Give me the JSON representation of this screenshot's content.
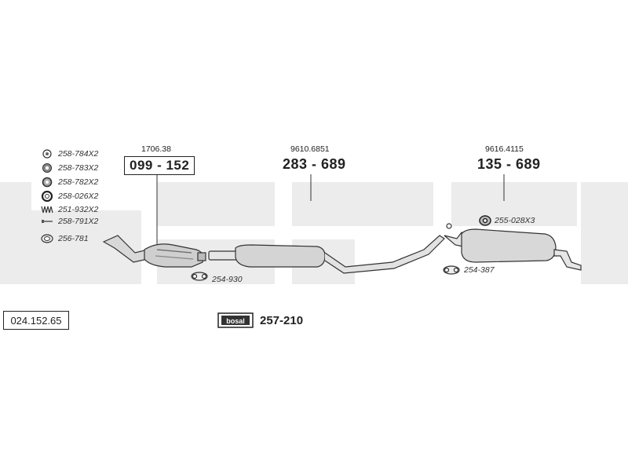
{
  "legend": [
    {
      "code": "258-784X2",
      "icon": "ring-small-icon"
    },
    {
      "code": "258-783X2",
      "icon": "ring-medium-icon"
    },
    {
      "code": "258-782X2",
      "icon": "ring-thick-icon"
    },
    {
      "code": "258-026X2",
      "icon": "ring-large-icon"
    },
    {
      "code": "251-932X2",
      "icon": "spring-icon"
    },
    {
      "code": "258-791X2",
      "icon": "bolt-icon"
    },
    {
      "code": "256-781",
      "icon": "gasket-icon"
    }
  ],
  "parts": [
    {
      "ref": "1706.38",
      "number": "099 - 152",
      "boxed": true
    },
    {
      "ref": "9610.6851",
      "number": "283 - 689",
      "boxed": false
    },
    {
      "ref": "9616.4115",
      "number": "135 - 689",
      "boxed": false
    }
  ],
  "clamps": [
    {
      "code": "254-930"
    },
    {
      "code": "254-387"
    },
    {
      "code": "255-028X3"
    }
  ],
  "catalog_number": "024.152.65",
  "kit": {
    "logo": "bosal",
    "number": "257-210"
  },
  "watermark_color": "#ececec"
}
